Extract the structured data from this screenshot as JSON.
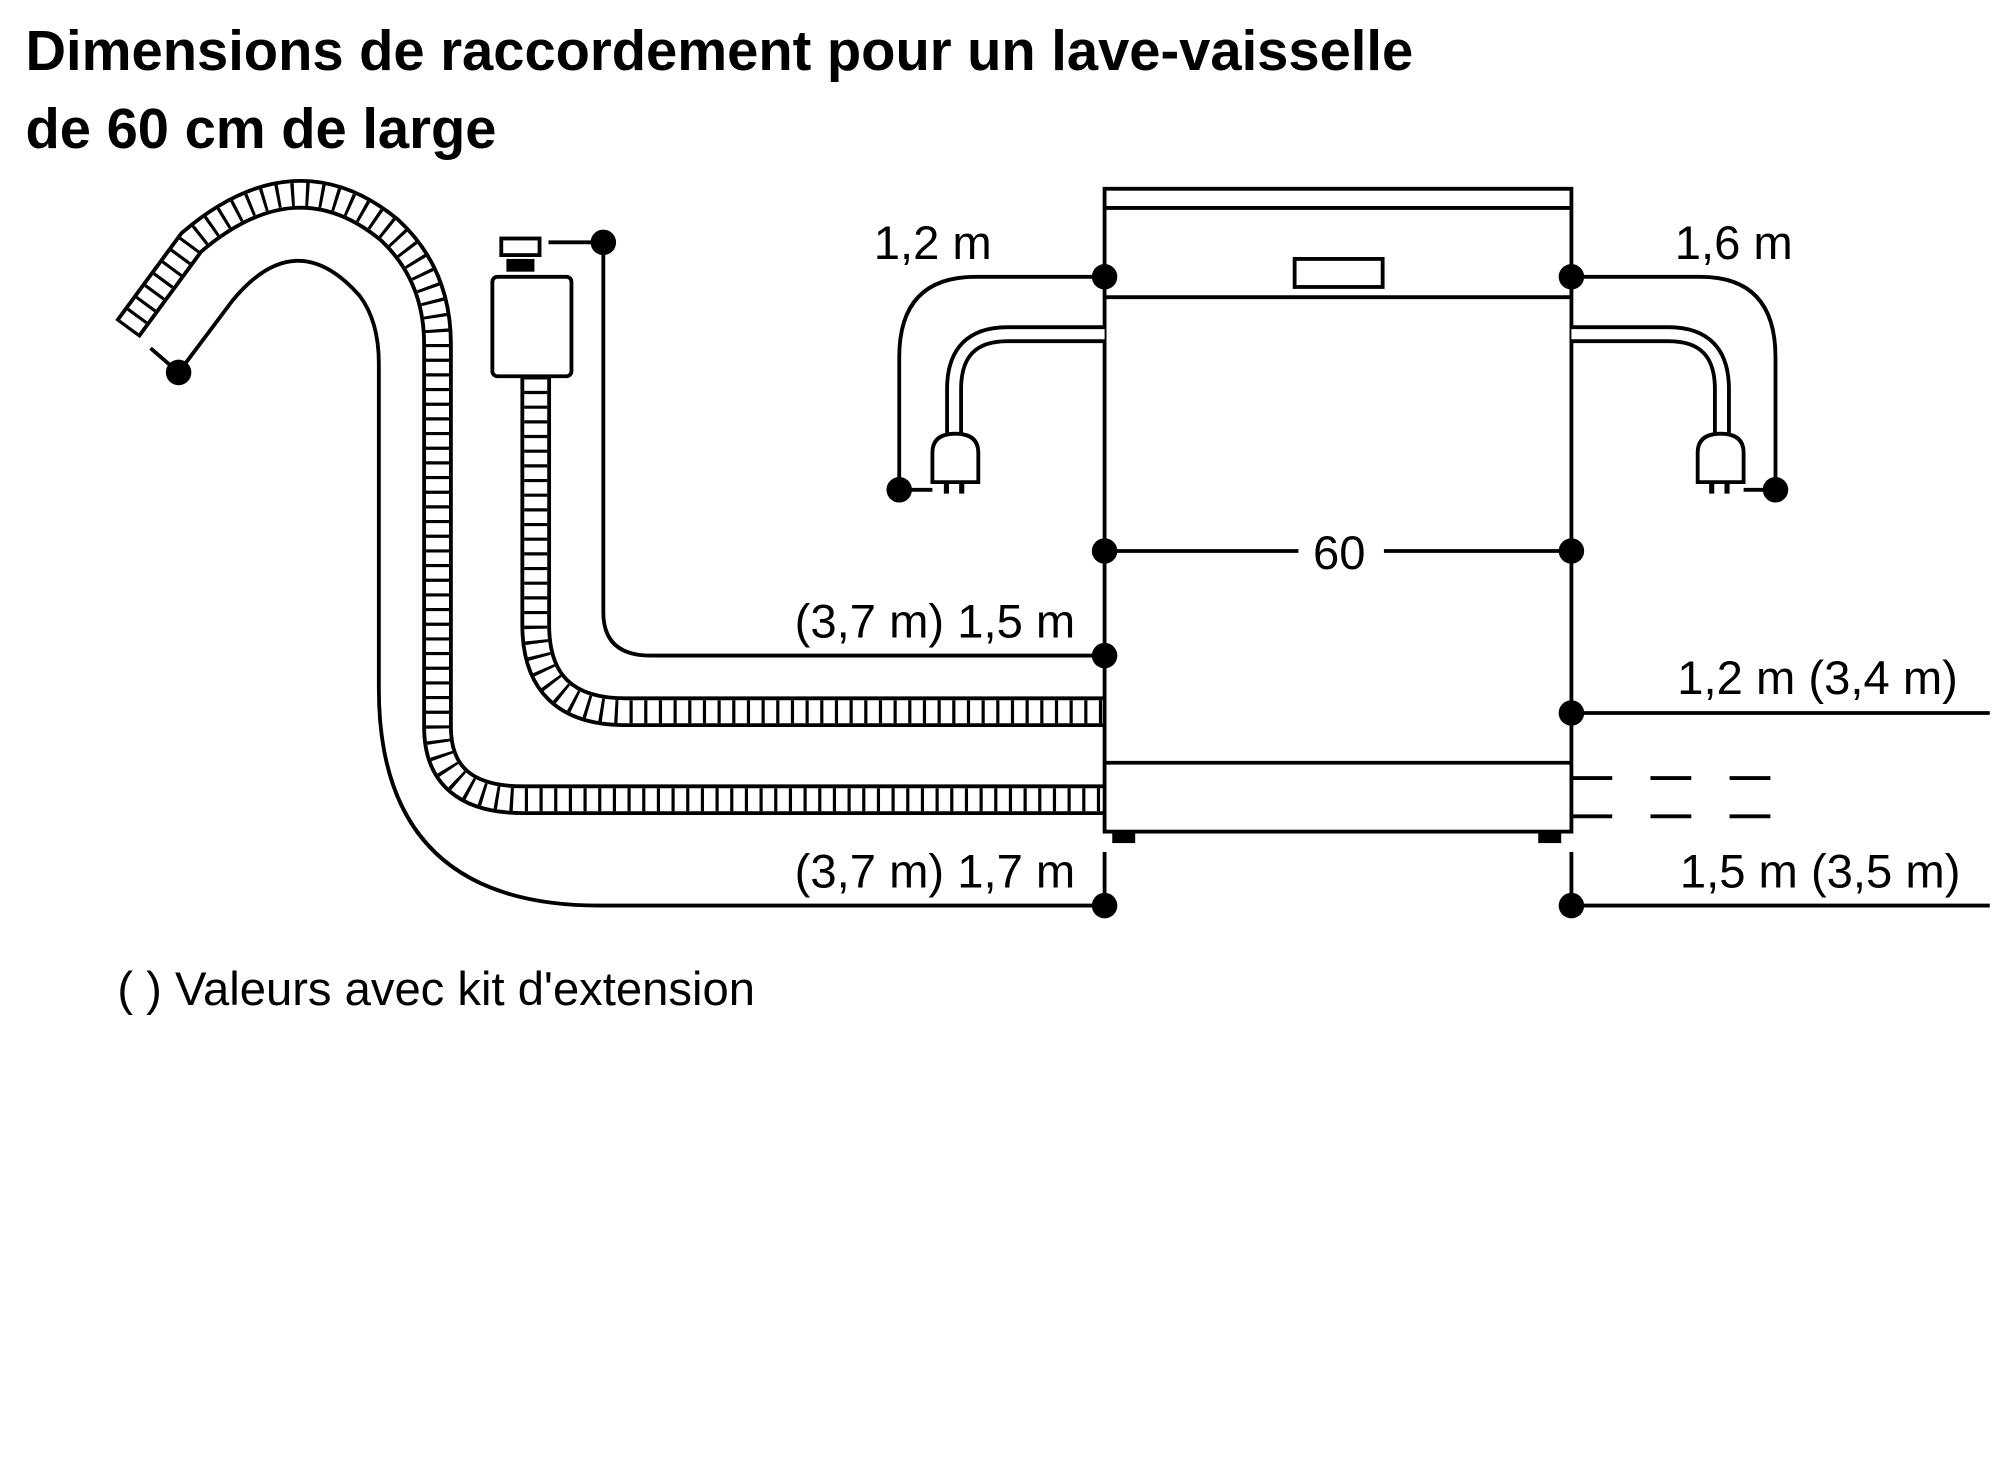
{
  "title": {
    "line1": "Dimensions de raccordement pour un lave-vaisselle",
    "line2": "de 60 cm de large"
  },
  "labels": {
    "power_left": "1,2 m",
    "power_right": "1,6 m",
    "width": "60",
    "inlet_left": "(3,7 m) 1,5 m",
    "drain_left": "(3,7 m) 1,7 m",
    "inlet_right": "1,2 m (3,4 m)",
    "drain_right": "1,5 m (3,5 m)"
  },
  "legend": "( ) Valeurs avec kit d'extension",
  "colors": {
    "ink": "#000000",
    "background": "#ffffff"
  }
}
